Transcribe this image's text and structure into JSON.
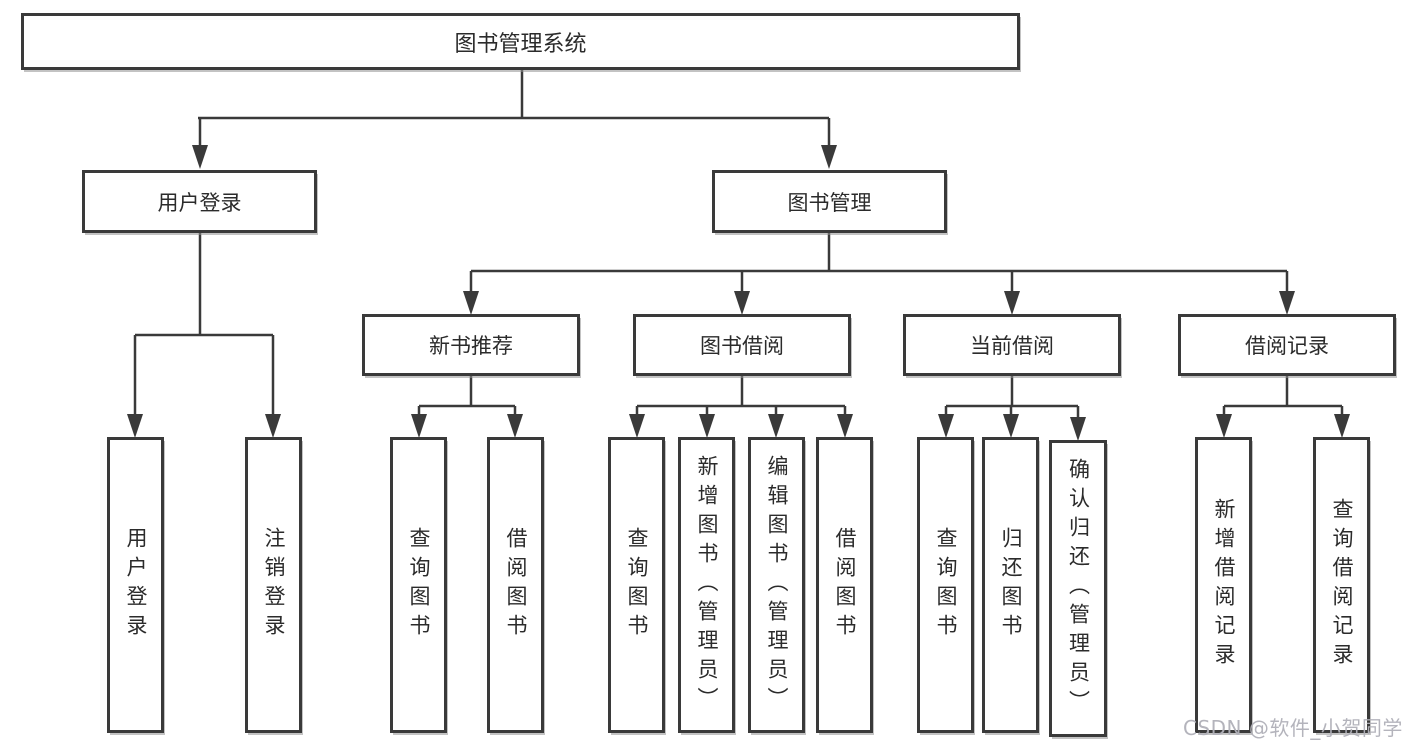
{
  "tree": {
    "label": "图书管理系统",
    "children": [
      {
        "label": "用户登录",
        "children": [
          {
            "label": "用户登录"
          },
          {
            "label": "注销登录"
          }
        ]
      },
      {
        "label": "图书管理",
        "children": [
          {
            "label": "新书推荐",
            "children": [
              {
                "label": "查询图书"
              },
              {
                "label": "借阅图书"
              }
            ]
          },
          {
            "label": "图书借阅",
            "children": [
              {
                "label": "查询图书"
              },
              {
                "label": "新增图书（管理员）"
              },
              {
                "label": "编辑图书（管理员）"
              },
              {
                "label": "借阅图书"
              }
            ]
          },
          {
            "label": "当前借阅",
            "children": [
              {
                "label": "查询图书"
              },
              {
                "label": "归还图书"
              },
              {
                "label": "确认归还（管理员）"
              }
            ]
          },
          {
            "label": "借阅记录",
            "children": [
              {
                "label": "新增借阅记录"
              },
              {
                "label": "查询借阅记录"
              }
            ]
          }
        ]
      }
    ]
  },
  "watermark": "CSDN @软件_小贺同学",
  "colors": {
    "line": "#3a3a3a",
    "box_border": "#3a3a3a",
    "text": "#2b2b2b",
    "background": "#ffffff",
    "watermark": "#b0b0b8"
  }
}
